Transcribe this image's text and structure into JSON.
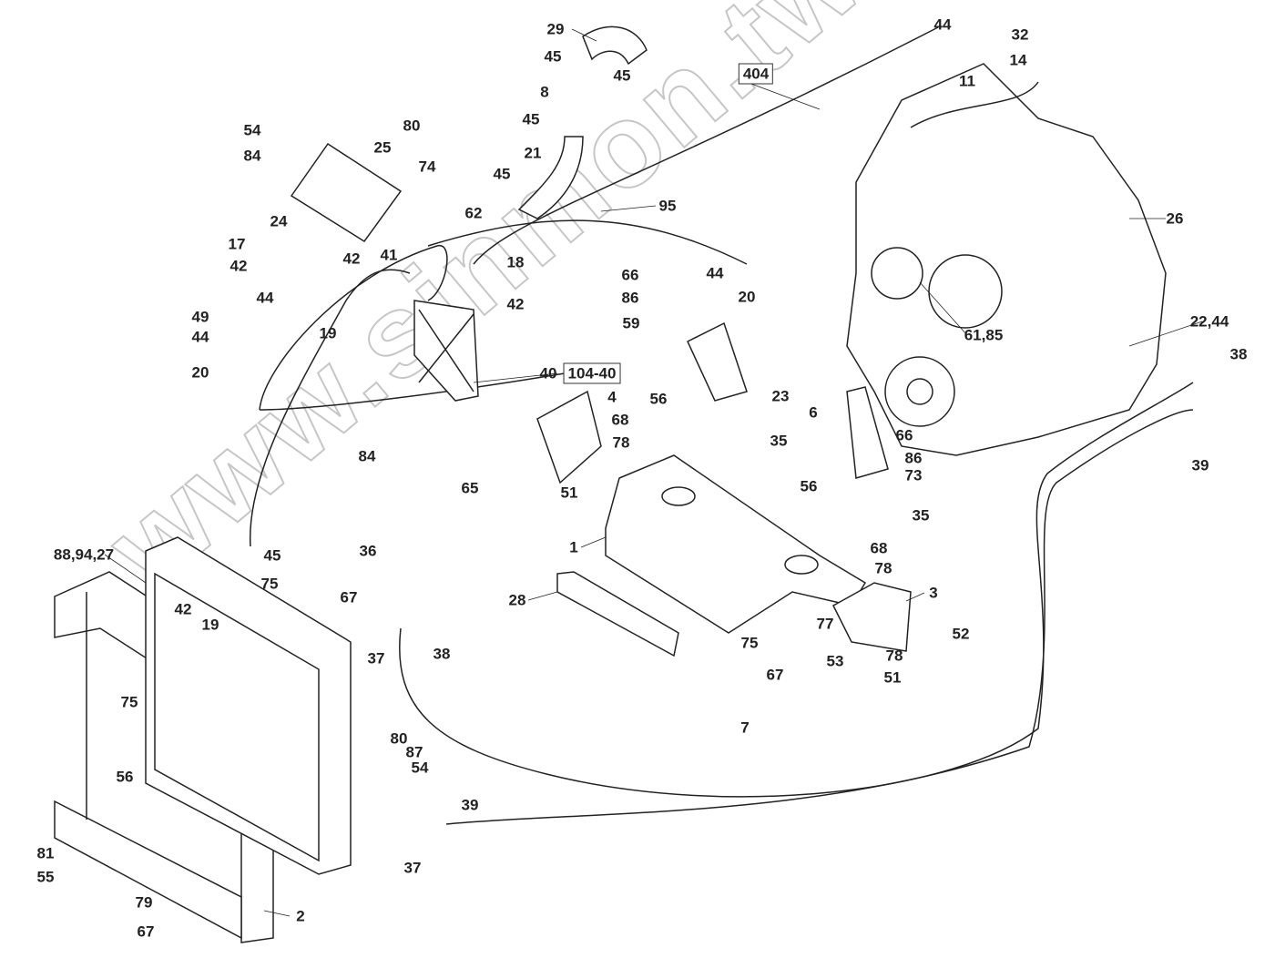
{
  "watermark": "www.sinmon.tw",
  "reference_boxes": [
    "404",
    "104-40"
  ],
  "part_labels": [
    "29",
    "45",
    "45",
    "8",
    "45",
    "21",
    "45",
    "44",
    "32",
    "14",
    "11",
    "54",
    "84",
    "25",
    "80",
    "74",
    "62",
    "24",
    "95",
    "26",
    "17",
    "42",
    "42",
    "41",
    "18",
    "42",
    "66",
    "86",
    "44",
    "20",
    "59",
    "49",
    "44",
    "44",
    "19",
    "20",
    "40",
    "22,44",
    "61,85",
    "38",
    "4",
    "56",
    "23",
    "6",
    "68",
    "66",
    "78",
    "35",
    "86",
    "73",
    "39",
    "84",
    "65",
    "51",
    "56",
    "35",
    "1",
    "68",
    "88,94,27",
    "45",
    "36",
    "78",
    "28",
    "3",
    "42",
    "19",
    "75",
    "67",
    "37",
    "38",
    "77",
    "52",
    "75",
    "53",
    "78",
    "67",
    "51",
    "7",
    "75",
    "56",
    "80",
    "87",
    "54",
    "39",
    "37",
    "81",
    "55",
    "79",
    "67",
    "2"
  ],
  "colors": {
    "line": "#222222",
    "watermark": "#b8b8b8"
  }
}
